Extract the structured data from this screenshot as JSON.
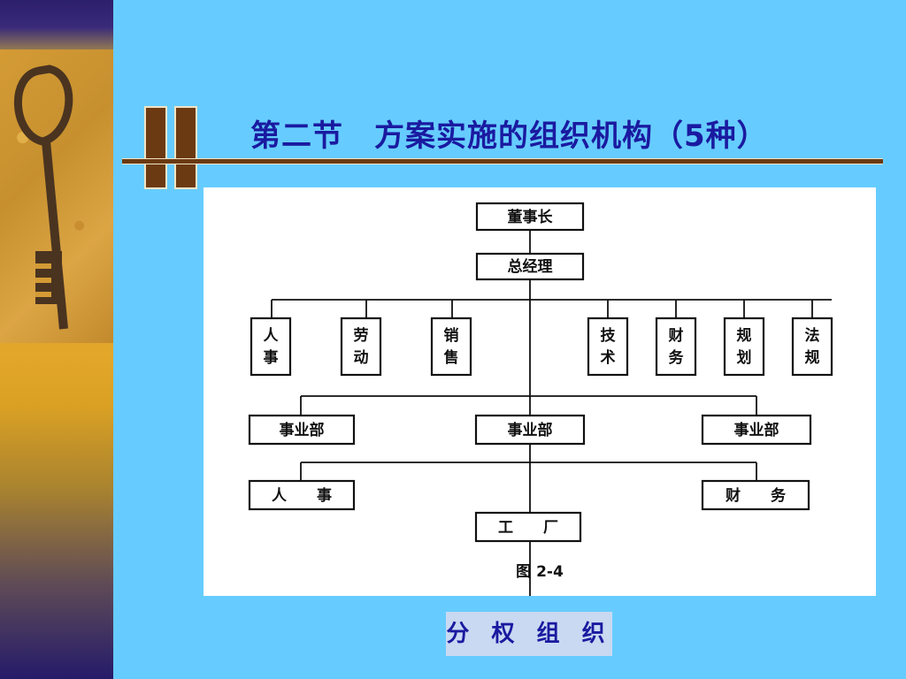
{
  "slide": {
    "title": "第二节　方案实施的组织机构（5种）",
    "caption": "分 权 组 织"
  },
  "org_chart": {
    "chairman": "董事长",
    "general_manager": "总经理",
    "departments": [
      [
        "人",
        "事"
      ],
      [
        "劳",
        "动"
      ],
      [
        "销",
        "售"
      ],
      [
        "技",
        "术"
      ],
      [
        "财",
        "务"
      ],
      [
        "规",
        "划"
      ],
      [
        "法",
        "规"
      ]
    ],
    "divisions": [
      "事业部",
      "事业部",
      "事业部"
    ],
    "division_units": [
      "人　　事",
      "工　　厂",
      "财　　务"
    ],
    "figure_label": "图 2-4"
  },
  "colors": {
    "background": "#66CCFF",
    "title": "#1a1aa0",
    "rule": "#6b3a12",
    "caption_box": "#c9d9f2"
  }
}
